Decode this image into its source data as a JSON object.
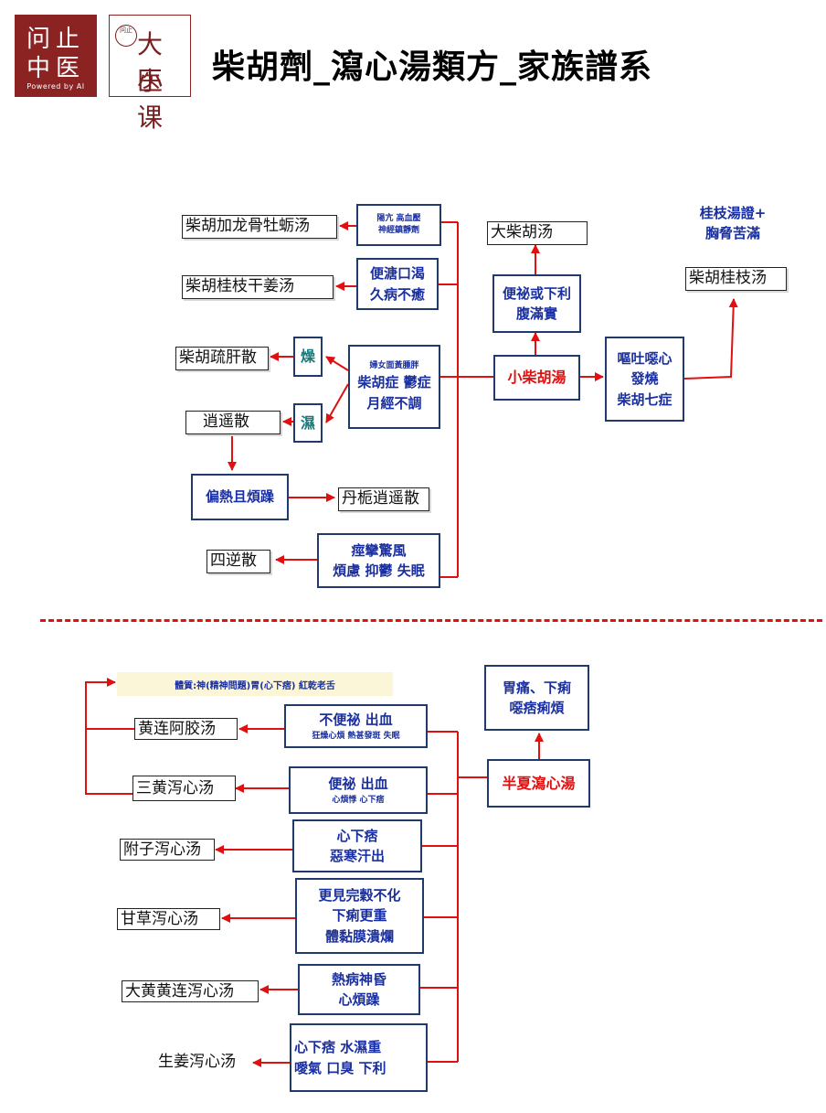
{
  "header": {
    "logo1_line1": "问止",
    "logo1_line2": "中医",
    "logo1_tagline": "Powered by AI",
    "logo2_seal": "问止",
    "logo2_line1": "大医",
    "logo2_line2": "小课",
    "title": "柴胡劑_瀉心湯類方_家族譜系"
  },
  "top": {
    "center": "小柴胡湯",
    "bianmi": [
      "便祕或下利",
      "腹滿實"
    ],
    "dachaihu": "大柴胡汤",
    "outu": [
      "嘔吐噁心",
      "發燒",
      "柴胡七症"
    ],
    "guizhi_note": [
      "桂枝湯證+",
      "胸脅苦滿"
    ],
    "chaihuguizhi": "柴胡桂枝汤",
    "yangkang": [
      "陽亢  高血壓",
      "神經鎮靜劑"
    ],
    "longgu": "柴胡加龙骨牡蛎汤",
    "biantang": [
      "便溏口渴",
      "久病不癒"
    ],
    "guizhiganjiang": "柴胡桂枝干姜汤",
    "funv": [
      "婦女面黃腫胖",
      "柴胡症 鬱症",
      "月經不調"
    ],
    "zao": "燥",
    "shi": "濕",
    "shugan": "柴胡疏肝散",
    "xiaoyao": "逍遥散",
    "pianre": "偏熱且煩躁",
    "danzhi": "丹栀逍遥散",
    "jingluan": [
      "痙攣驚風",
      "煩慮 抑鬱 失眠"
    ],
    "sini": "四逆散"
  },
  "bottom": {
    "center": "半夏瀉心湯",
    "weitong": [
      "胃痛、下痢",
      "噁痞痢煩"
    ],
    "note": "體質:神(精神問題)胃(心下痞) 紅乾老舌",
    "rows": [
      {
        "box": [
          "不便祕  出血",
          "狂燥心煩 熱甚發斑 失眠"
        ],
        "label": "黄连阿胶汤"
      },
      {
        "box": [
          "便祕 出血",
          "心煩悸 心下痞"
        ],
        "label": "三黄泻心汤"
      },
      {
        "box": [
          "心下痞",
          "惡寒汗出"
        ],
        "label": "附子泻心汤"
      },
      {
        "box": [
          "更見完穀不化",
          "下痢更重",
          "體黏膜潰爛"
        ],
        "label": "甘草泻心汤"
      },
      {
        "box": [
          "熱病神昏",
          "心煩躁"
        ],
        "label": "大黄黄连泻心汤"
      },
      {
        "box": [
          "心下痞 水濕重",
          "噯氣 口臭 下利"
        ],
        "label": "生姜泻心汤"
      }
    ]
  },
  "colors": {
    "arrow": "#e01010",
    "box_border": "#1f3a6b",
    "box_text": "#1a2fa0",
    "brand": "#8b2323"
  }
}
